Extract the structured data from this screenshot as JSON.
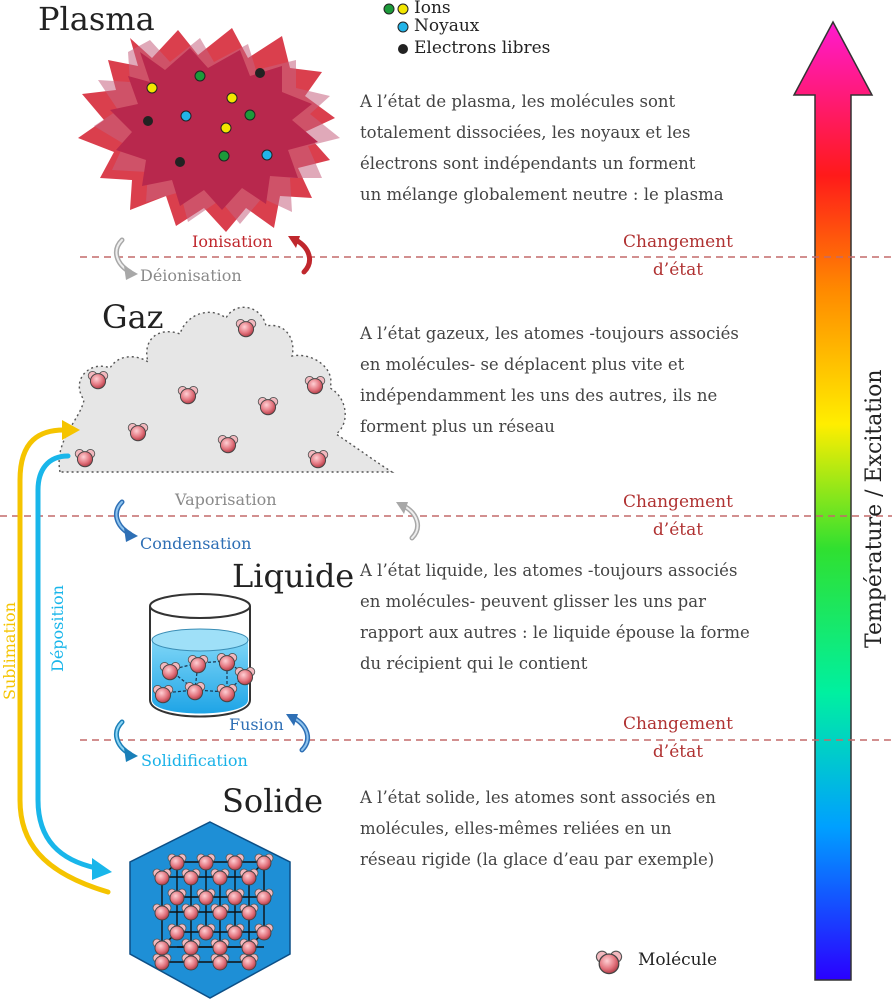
{
  "states": {
    "plasma": {
      "title": "Plasma",
      "description": [
        "A l’état de plasma, les molécules sont",
        "totalement dissociées, les noyaux et les",
        "électrons sont indépendants un forment",
        "un mélange globalement neutre : le plasma"
      ]
    },
    "gaz": {
      "title": "Gaz",
      "description": [
        "A l’état gazeux, les atomes -toujours associés",
        "en molécules- se déplacent plus vite et",
        "indépendamment les uns des autres, ils ne",
        "forment plus un réseau"
      ]
    },
    "liquide": {
      "title": "Liquide",
      "description": [
        "A l’état liquide, les atomes -toujours associés",
        "en molécules- peuvent glisser les uns par",
        "rapport aux autres : le liquide épouse la forme",
        "du récipient qui le contient"
      ]
    },
    "solide": {
      "title": "Solide",
      "description": [
        "A l’état solide, les atomes sont associés en",
        "molécules, elles-mêmes reliées en un",
        "réseau rigide  (la glace d’eau par exemple)"
      ]
    }
  },
  "legend": {
    "ions": "Ions",
    "noyaux": "Noyaux",
    "electrons": "Electrons libres",
    "molecule": "Molécule"
  },
  "transitions": {
    "ionisation": "Ionisation",
    "deionisation": "Déionisation",
    "vaporisation": "Vaporisation",
    "condensation": "Condensation",
    "fusion": "Fusion",
    "solidification": "Solidification",
    "sublimation": "Sublimation",
    "deposition": "Déposition",
    "changement": [
      "Changement",
      "d’état"
    ]
  },
  "axis_label": "Température / Excitation",
  "colors": {
    "changement": "#b03232",
    "ionisation": "#c0272d",
    "grey_arrow": "#999999",
    "condensation": "#2e6fb5",
    "solidification": "#1ab2e8",
    "sublimation": "#f5c400",
    "deposition": "#19b6ea",
    "plasma": "#b8284d",
    "ice": "#1e8fd6"
  }
}
